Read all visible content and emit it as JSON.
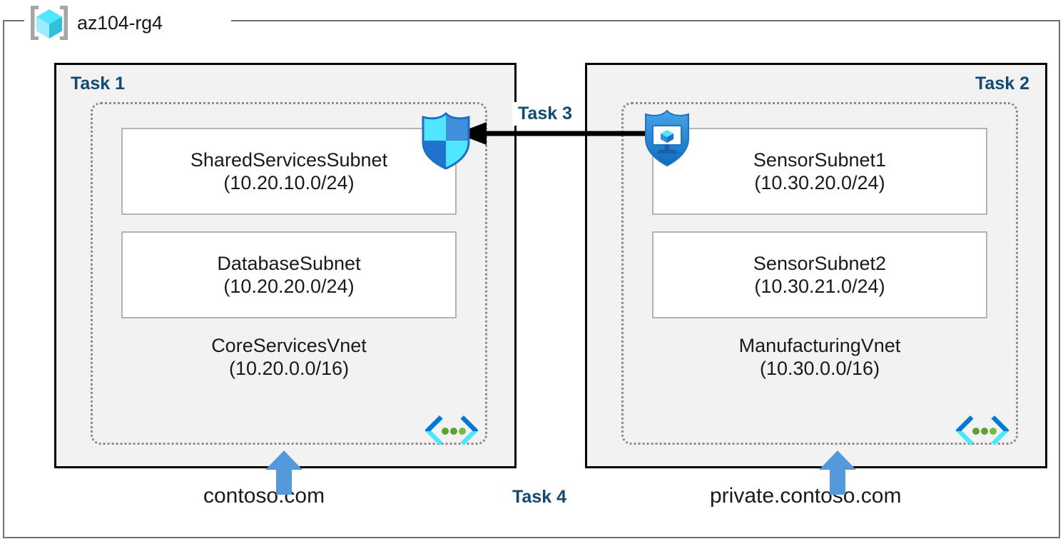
{
  "resource_group": {
    "name": "az104-rg4",
    "icon": "resource-group-cube-icon"
  },
  "tasks": {
    "task1_label": "Task 1",
    "task2_label": "Task 2",
    "task3_label": "Task 3",
    "task4_label": "Task 4"
  },
  "vnets": [
    {
      "id": "core-services-vnet",
      "name": "CoreServicesVnet",
      "cidr": "(10.20.0.0/16)",
      "task_label": "Task 1",
      "subnets": [
        {
          "name": "SharedServicesSubnet",
          "cidr": "(10.20.10.0/24)"
        },
        {
          "name": "DatabaseSubnet",
          "cidr": "(10.20.20.0/24)"
        }
      ],
      "dns_zone": "contoso.com"
    },
    {
      "id": "manufacturing-vnet",
      "name": "ManufacturingVnet",
      "cidr": "(10.30.0.0/16)",
      "task_label": "Task 2",
      "subnets": [
        {
          "name": "SensorSubnet1",
          "cidr": "(10.30.20.0/24)"
        },
        {
          "name": "SensorSubnet2",
          "cidr": "(10.30.21.0/24)"
        }
      ],
      "dns_zone": "private.contoso.com"
    }
  ],
  "icons": {
    "firewall_shield": "shield-icon",
    "bastion_shield": "shield-with-monitor-icon",
    "vnet_glyph_left": "virtual-network-icon",
    "vnet_glyph_right": "virtual-network-icon",
    "peering_arrow": "peering-arrow-left-icon",
    "dns_arrow_left": "up-arrow-icon",
    "dns_arrow_right": "up-arrow-icon"
  },
  "colors": {
    "task_label": "#134a73",
    "panel_fill": "#f2f2f2",
    "panel_border": "#000000",
    "vnet_border": "#8c8c8c",
    "subnet_border": "#b3b3b3",
    "arrow_blue": "#5599dd",
    "shield_blue": "#1f87e8",
    "cube_cyan": "#50e6ff",
    "rg_frame": "#707070"
  }
}
